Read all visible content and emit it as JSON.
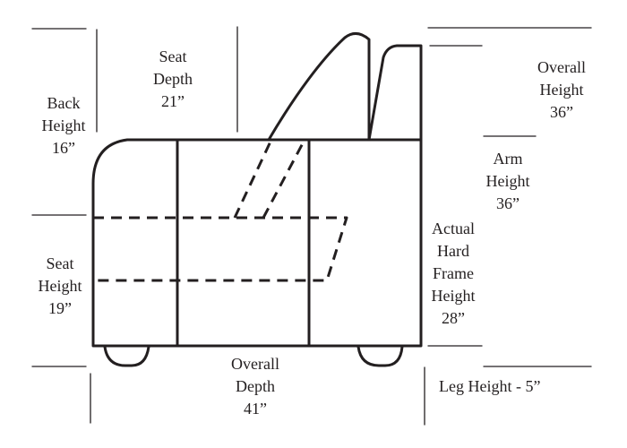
{
  "labels": {
    "back_height": {
      "line1": "Back",
      "line2": "Height",
      "value": "16”"
    },
    "seat_depth": {
      "line1": "Seat",
      "line2": "Depth",
      "value": "21”"
    },
    "overall_height": {
      "line1": "Overall",
      "line2": "Height",
      "value": "36”"
    },
    "arm_height": {
      "line1": "Arm",
      "line2": "Height",
      "value": "36”"
    },
    "seat_height": {
      "line1": "Seat",
      "line2": "Height",
      "value": "19”"
    },
    "hard_frame_height": {
      "line1": "Actual",
      "line2": "Hard",
      "line3": "Frame",
      "line4": "Height",
      "value": "28”"
    },
    "overall_depth": {
      "line1": "Overall",
      "line2": "Depth",
      "value": "41”"
    },
    "leg_height": {
      "text": "Leg Height - 5”"
    }
  },
  "colors": {
    "line": "#231f20",
    "background": "#ffffff"
  }
}
